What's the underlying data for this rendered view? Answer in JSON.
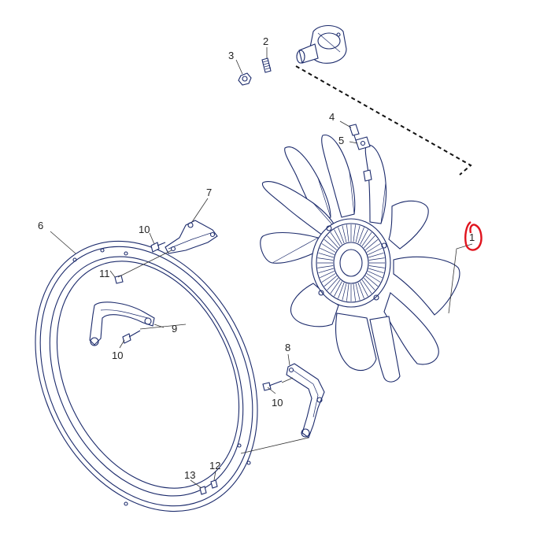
{
  "callouts": {
    "c1": "1",
    "c2": "2",
    "c3": "3",
    "c4": "4",
    "c5": "5",
    "c6": "6",
    "c7": "7",
    "c8": "8",
    "c9": "9",
    "c10a": "10",
    "c10b": "10",
    "c10c": "10",
    "c11": "11",
    "c12": "12",
    "c13": "13"
  },
  "colors": {
    "line": "#1b2a6b",
    "highlight": "#e0141e"
  }
}
